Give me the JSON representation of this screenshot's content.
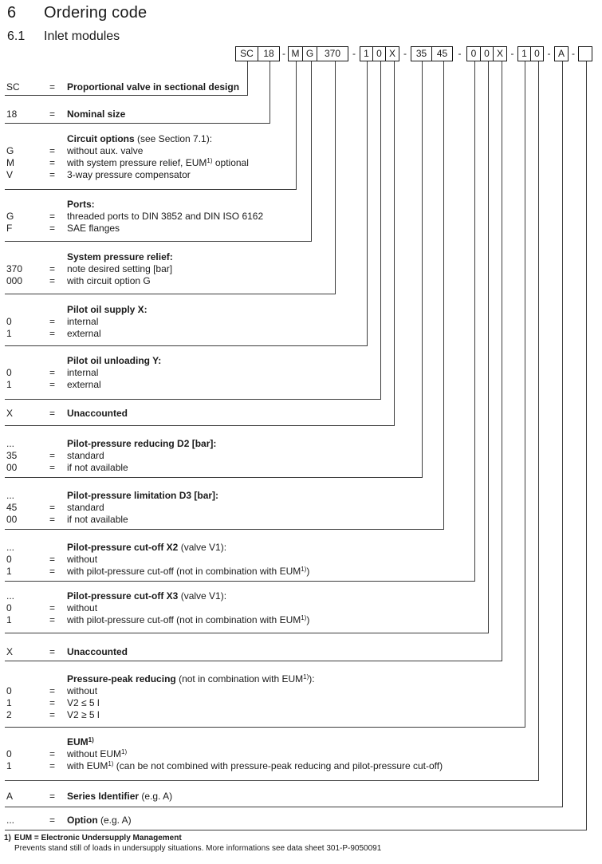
{
  "title": {
    "number": "6",
    "label": "Ordering code"
  },
  "subtitle": {
    "number": "6.1",
    "label": "Inlet modules"
  },
  "colors": {
    "background": "#ffffff",
    "text": "#1a1a1a",
    "line": "#3c3c3c",
    "box_border": "#151515"
  },
  "code_row": {
    "separator": "-",
    "groups": [
      [
        "SC",
        "18"
      ],
      [
        "M",
        "G",
        "370"
      ],
      [
        "1",
        "0",
        "X"
      ],
      [
        "35",
        "45"
      ],
      [
        "0",
        "0",
        "X"
      ],
      [
        "1",
        "0"
      ],
      [
        "A"
      ],
      [
        ""
      ]
    ]
  },
  "sections": [
    {
      "id": "proportional-valve",
      "rows": [
        {
          "code": "SC",
          "parts": [
            {
              "b": "Proportional valve in sectional design"
            }
          ]
        }
      ]
    },
    {
      "id": "nominal-size",
      "rows": [
        {
          "code": "18",
          "parts": [
            {
              "b": "Nominal size"
            }
          ]
        }
      ]
    },
    {
      "id": "circuit-options",
      "header": {
        "code": "",
        "parts": [
          {
            "b": "Circuit options"
          },
          " (see Section 7.1):"
        ]
      },
      "rows": [
        {
          "code": "G",
          "parts": [
            "without aux. valve"
          ]
        },
        {
          "code": "M",
          "parts": [
            "with system pressure relief, EUM",
            {
              "sup": "1)"
            },
            " optional"
          ]
        },
        {
          "code": "V",
          "parts": [
            "3-way pressure compensator"
          ]
        }
      ]
    },
    {
      "id": "ports",
      "header": {
        "code": "",
        "parts": [
          {
            "b": "Ports:"
          }
        ]
      },
      "rows": [
        {
          "code": "G",
          "parts": [
            "threaded ports to DIN 3852 and DIN ISO 6162"
          ]
        },
        {
          "code": "F",
          "parts": [
            "SAE flanges"
          ]
        }
      ]
    },
    {
      "id": "system-pressure-relief",
      "header": {
        "code": "",
        "parts": [
          {
            "b": "System pressure relief:"
          }
        ]
      },
      "rows": [
        {
          "code": "370",
          "parts": [
            "note desired setting [bar]"
          ]
        },
        {
          "code": "000",
          "parts": [
            "with circuit option G"
          ]
        }
      ]
    },
    {
      "id": "pilot-oil-supply-x",
      "header": {
        "code": "",
        "parts": [
          {
            "b": "Pilot oil supply X:"
          }
        ]
      },
      "rows": [
        {
          "code": "0",
          "parts": [
            "internal"
          ]
        },
        {
          "code": "1",
          "parts": [
            "external"
          ]
        }
      ]
    },
    {
      "id": "pilot-oil-unloading-y",
      "header": {
        "code": "",
        "parts": [
          {
            "b": "Pilot oil unloading Y:"
          }
        ]
      },
      "rows": [
        {
          "code": "0",
          "parts": [
            "internal"
          ]
        },
        {
          "code": "1",
          "parts": [
            "external"
          ]
        }
      ]
    },
    {
      "id": "unaccounted-x1",
      "rows": [
        {
          "code": "X",
          "parts": [
            {
              "b": "Unaccounted"
            }
          ]
        }
      ]
    },
    {
      "id": "pilot-pressure-reducing-d2",
      "header": {
        "code": "...",
        "parts": [
          {
            "b": "Pilot-pressure reducing D2 [bar]:"
          }
        ]
      },
      "rows": [
        {
          "code": "35",
          "parts": [
            "standard"
          ]
        },
        {
          "code": "00",
          "parts": [
            "if not available"
          ]
        }
      ]
    },
    {
      "id": "pilot-pressure-limitation-d3",
      "header": {
        "code": "...",
        "parts": [
          {
            "b": "Pilot-pressure limitation D3 [bar]:"
          }
        ]
      },
      "rows": [
        {
          "code": "45",
          "parts": [
            "standard"
          ]
        },
        {
          "code": "00",
          "parts": [
            "if not available"
          ]
        }
      ]
    },
    {
      "id": "pilot-pressure-cutoff-x2",
      "header": {
        "code": "...",
        "parts": [
          {
            "b": "Pilot-pressure cut-off X2"
          },
          " (valve V1):"
        ]
      },
      "rows": [
        {
          "code": "0",
          "parts": [
            "without"
          ]
        },
        {
          "code": "1",
          "parts": [
            "with pilot-pressure cut-off (not in combination with EUM",
            {
              "sup": "1)"
            },
            ")"
          ]
        }
      ]
    },
    {
      "id": "pilot-pressure-cutoff-x3",
      "header": {
        "code": "...",
        "parts": [
          {
            "b": "Pilot-pressure cut-off X3"
          },
          " (valve V1):"
        ]
      },
      "rows": [
        {
          "code": "0",
          "parts": [
            "without"
          ]
        },
        {
          "code": "1",
          "parts": [
            "with pilot-pressure cut-off (not in combination with EUM",
            {
              "sup": "1)"
            },
            ")"
          ]
        }
      ]
    },
    {
      "id": "unaccounted-x2",
      "rows": [
        {
          "code": "X",
          "parts": [
            {
              "b": "Unaccounted"
            }
          ]
        }
      ]
    },
    {
      "id": "pressure-peak-reducing",
      "header": {
        "code": "",
        "parts": [
          {
            "b": "Pressure-peak reducing"
          },
          " (not in combination with EUM",
          {
            "sup": "1)"
          },
          "):"
        ]
      },
      "rows": [
        {
          "code": "0",
          "parts": [
            "without"
          ]
        },
        {
          "code": "1",
          "parts": [
            "V2 ≤ 5 l"
          ]
        },
        {
          "code": "2",
          "parts": [
            "V2 ≥ 5 l"
          ]
        }
      ]
    },
    {
      "id": "eum",
      "header": {
        "code": "",
        "parts": [
          {
            "b": "EUM"
          },
          {
            "bsup": "1)"
          }
        ]
      },
      "rows": [
        {
          "code": "0",
          "parts": [
            "without EUM",
            {
              "sup": "1)"
            }
          ]
        },
        {
          "code": "1",
          "parts": [
            "with EUM",
            {
              "sup": "1)"
            },
            " (can be not combined with pressure-peak reducing and pilot-pressure cut-off)"
          ]
        }
      ]
    },
    {
      "id": "series-identifier",
      "rows": [
        {
          "code": "A",
          "parts": [
            {
              "b": "Series Identifier"
            },
            " (e.g. A)"
          ]
        }
      ]
    },
    {
      "id": "option",
      "rows": [
        {
          "code": "...",
          "parts": [
            {
              "b": "Option"
            },
            " (e.g. A)"
          ]
        }
      ]
    }
  ],
  "footnote": {
    "marker": "1)",
    "line1": "EUM = Electronic Undersupply Management",
    "line2": "Prevents stand still of loads in undersupply situations. More informations see data sheet 301-P-9050091"
  }
}
